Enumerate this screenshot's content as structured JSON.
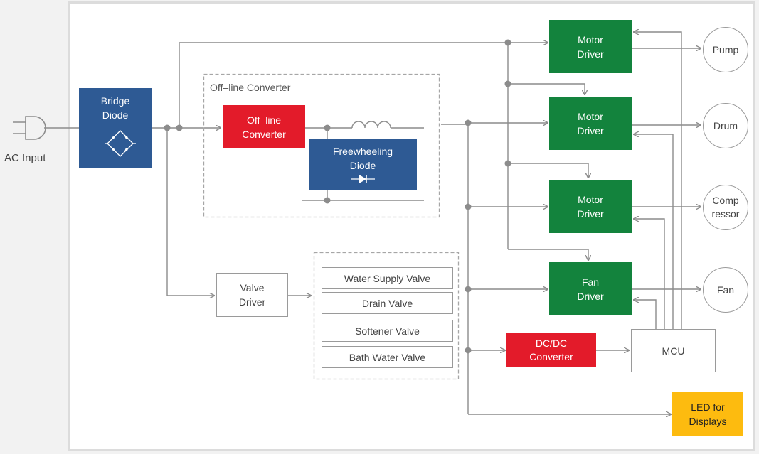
{
  "input_label": "AC Input",
  "bridge_diode": "Bridge\nDiode",
  "offline_group_label": "Off–line Converter",
  "offline_converter": "Off–line\nConverter",
  "freewheeling_diode": "Freewheeling\nDiode",
  "valve_driver": "Valve\nDriver",
  "valves": [
    "Water Supply Valve",
    "Drain Valve",
    "Softener Valve",
    "Bath Water Valve"
  ],
  "motor_drivers": [
    "Motor\nDriver",
    "Motor\nDriver",
    "Motor\nDriver"
  ],
  "fan_driver": "Fan\nDriver",
  "dcdc_converter": "DC/DC\nConverter",
  "mcu": "MCU",
  "led": "LED for\nDisplays",
  "loads": [
    "Pump",
    "Drum",
    "Comp\nressor",
    "Fan"
  ],
  "colors": {
    "blue": "#2e5a94",
    "red": "#e31b2a",
    "green": "#13833d",
    "yellow": "#fdbb0f",
    "wire": "#8c8c8c"
  }
}
